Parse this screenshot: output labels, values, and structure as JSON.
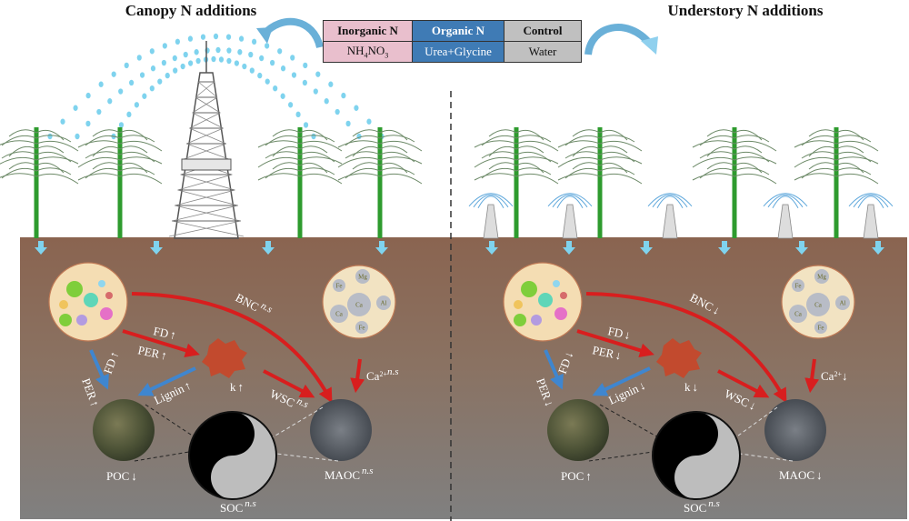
{
  "titles": {
    "canopy": "Canopy N additions",
    "understory": "Understory N additions"
  },
  "legend": {
    "columns": [
      {
        "header": "Inorganic N",
        "value_main": "NH",
        "value_sub1": "4",
        "value_mid": "NO",
        "value_sub2": "3",
        "color": "#e9bfcd"
      },
      {
        "header": "Organic N",
        "value": "Urea+Glycine",
        "color": "#3f7bb5"
      },
      {
        "header": "Control",
        "value": "Water",
        "color": "#c0c0c0"
      }
    ]
  },
  "minerals": [
    "Mg",
    "Fe",
    "Ca",
    "Al",
    "Ca",
    "Fe"
  ],
  "canopy": {
    "BNC": {
      "label": "BNC",
      "effect": "n.s"
    },
    "FD_litter": {
      "label": "FD",
      "effect": "↑"
    },
    "PER_litter": {
      "label": "PER",
      "effect": "↑"
    },
    "FD_poc": {
      "label": "FD",
      "effect": "↑"
    },
    "PER_poc": {
      "label": "PER",
      "effect": "↑"
    },
    "Lignin": {
      "label": "Lignin",
      "effect": "↑"
    },
    "k": {
      "label": "k",
      "effect": "↑"
    },
    "WSC": {
      "label": "WSC",
      "effect": "n.s"
    },
    "Ca": {
      "label": "Ca",
      "charge": "2+",
      "effect": "n.s"
    },
    "POC": {
      "label": "POC",
      "effect": "↓"
    },
    "MAOC": {
      "label": "MAOC",
      "effect": "n.s"
    },
    "SOC": {
      "label": "SOC",
      "effect": "n.s"
    }
  },
  "understory": {
    "BNC": {
      "label": "BNC",
      "effect": "↓"
    },
    "FD_litter": {
      "label": "FD",
      "effect": "↓"
    },
    "PER_litter": {
      "label": "PER",
      "effect": "↓"
    },
    "FD_poc": {
      "label": "FD",
      "effect": "↓"
    },
    "PER_poc": {
      "label": "PER",
      "effect": "↓"
    },
    "Lignin": {
      "label": "Lignin",
      "effect": "↓"
    },
    "k": {
      "label": "k",
      "effect": "↓"
    },
    "WSC": {
      "label": "WSC",
      "effect": "↓"
    },
    "Ca": {
      "label": "Ca",
      "charge": "2+",
      "effect": "↓"
    },
    "POC": {
      "label": "POC",
      "effect": "↑"
    },
    "MAOC": {
      "label": "MAOC",
      "effect": "↓"
    },
    "SOC": {
      "label": "SOC",
      "effect": "n.s"
    }
  },
  "colors": {
    "red_arrow": "#d81e1e",
    "blue_arrow": "#3f86cf",
    "water": "#7fd3ee",
    "bamboo": "#2e9b2e",
    "soil_top": "#8a6450",
    "soil_bottom": "#808080"
  }
}
